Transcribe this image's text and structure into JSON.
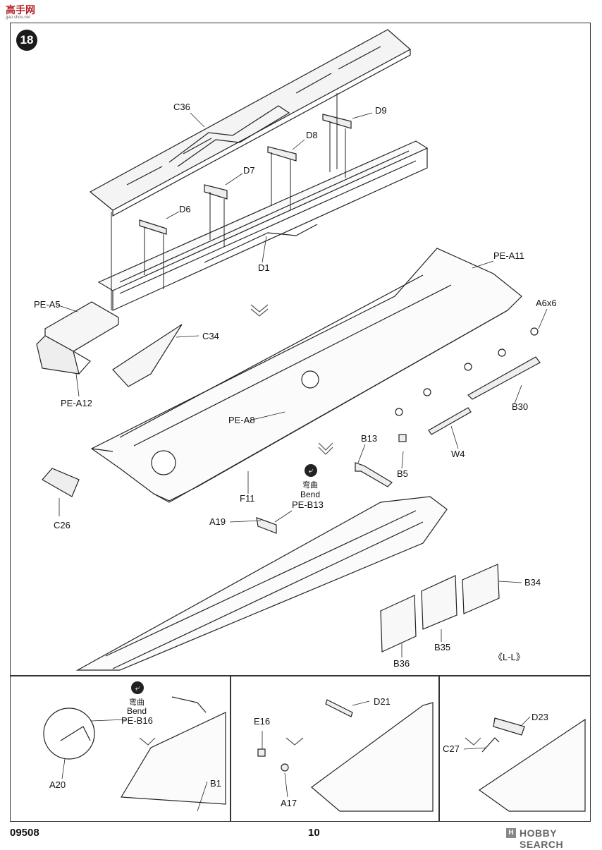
{
  "site_logo": {
    "text": "高手网",
    "sub": "gao.shou.net"
  },
  "step": {
    "number": "18"
  },
  "parts": {
    "c36": "C36",
    "d9": "D9",
    "d8": "D8",
    "d7": "D7",
    "d6": "D6",
    "d1": "D1",
    "pe_a5": "PE-A5",
    "c34": "C34",
    "pe_a12": "PE-A12",
    "pe_a11": "PE-A11",
    "a6x6": "A6x6",
    "pe_a8": "PE-A8",
    "b30": "B30",
    "b13": "B13",
    "b5": "B5",
    "w4": "W4",
    "f11": "F11",
    "c26": "C26",
    "pe_b13": "PE-B13",
    "a19": "A19",
    "b34": "B34",
    "b35": "B35",
    "b36": "B36",
    "ll": "《L-L》",
    "pe_b16": "PE-B16",
    "a20": "A20",
    "b1": "B1",
    "d21": "D21",
    "e16": "E16",
    "a17": "A17",
    "d23": "D23",
    "c27": "C27"
  },
  "bend": {
    "cn": "弯曲",
    "en": "Bend",
    "icon": "curved-arrow-icon"
  },
  "footer": {
    "code": "09508",
    "page": "10",
    "brand": "HOBBY SEARCH",
    "brand_mark": "H"
  }
}
